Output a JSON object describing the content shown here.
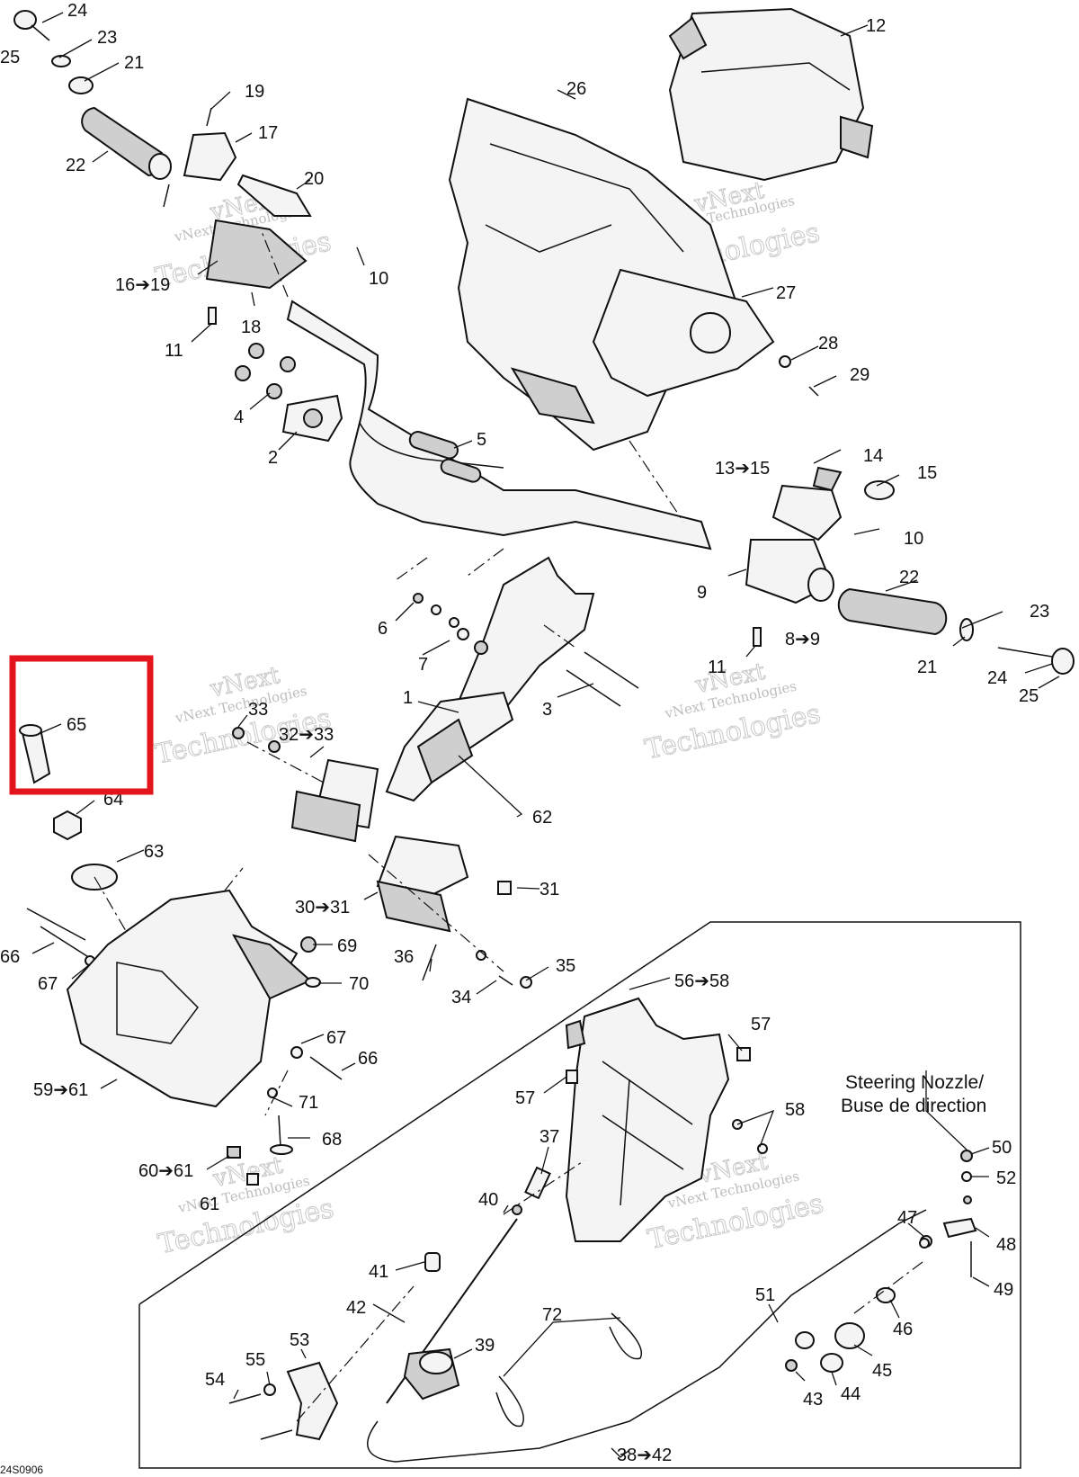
{
  "diagram": {
    "figure_code": "24S0906",
    "nozzle_label_line1": "Steering Nozzle/",
    "nozzle_label_line2": "Buse de direction",
    "watermark_line1": "vNext Technologies",
    "watermark_line2": "vNext",
    "watermark_line3": "Technologies",
    "highlight_color": "#e3141b",
    "labels": {
      "l24a": "24",
      "l25a": "25",
      "l23a": "23",
      "l21a": "21",
      "l22a": "22",
      "l19": "19",
      "l17": "17",
      "l20": "20",
      "l10a": "10",
      "l1619": "16➔19",
      "l18": "18",
      "l11a": "11",
      "l4": "4",
      "l2": "2",
      "l5": "5",
      "l26": "26",
      "l12": "12",
      "l27": "27",
      "l28": "28",
      "l29": "29",
      "l1315": "13➔15",
      "l14": "14",
      "l15": "15",
      "l10b": "10",
      "l22b": "22",
      "l23b": "23",
      "l9": "9",
      "l89": "8➔9",
      "l11b": "11",
      "l21b": "21",
      "l24b": "24",
      "l25b": "25",
      "l6": "6",
      "l7": "7",
      "l1": "1",
      "l3": "3",
      "l65": "65",
      "l64": "64",
      "l63": "63",
      "l33": "33",
      "l3233": "32➔33",
      "l62": "62",
      "l31": "31",
      "l3031": "30➔31",
      "l66a": "66",
      "l67a": "67",
      "l69": "69",
      "l70": "70",
      "l36": "36",
      "l34": "34",
      "l35": "35",
      "l67b": "67",
      "l66b": "66",
      "l5961": "59➔61",
      "l71": "71",
      "l68": "68",
      "l6061": "60➔61",
      "l61": "61",
      "l5658": "56➔58",
      "l57a": "57",
      "l57b": "57",
      "l58": "58",
      "l37": "37",
      "l40": "40",
      "l41": "41",
      "l42": "42",
      "l50": "50",
      "l52": "52",
      "l47": "47",
      "l48": "48",
      "l49": "49",
      "l51": "51",
      "l46": "46",
      "l45": "45",
      "l44": "44",
      "l43": "43",
      "l72": "72",
      "l39": "39",
      "l53": "53",
      "l55": "55",
      "l54": "54",
      "l3842": "38➔42"
    }
  }
}
